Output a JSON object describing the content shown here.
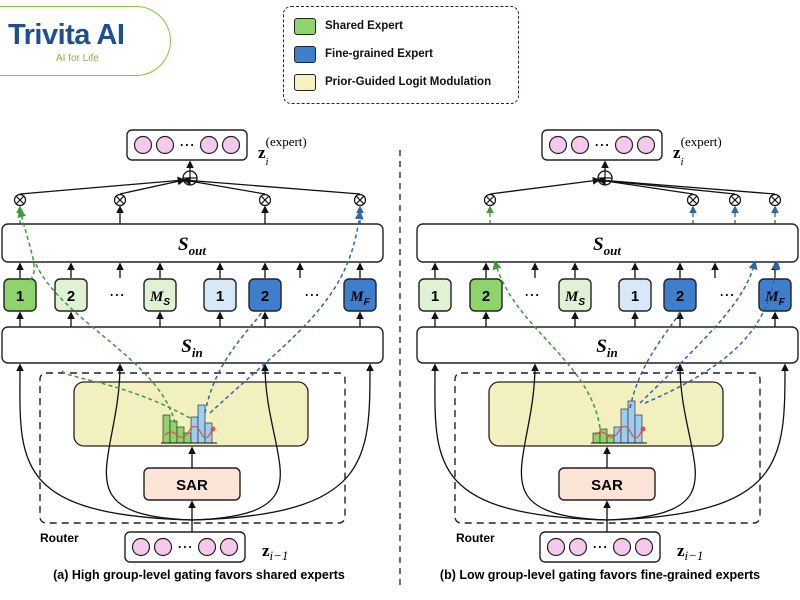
{
  "logo": {
    "word": "Trivita AI",
    "tagline": "AI for Life"
  },
  "legend": {
    "items": [
      {
        "label": "Shared Expert",
        "color": "#8ed36b"
      },
      {
        "label": "Fine-grained Expert",
        "color": "#3f7ecb"
      },
      {
        "label": "Prior-Guided Logit Modulation",
        "color": "#f5f2c2"
      }
    ]
  },
  "colors": {
    "shared": "#8ed36b",
    "shared_light": "#dff2d4",
    "shared_line": "#3f9a3a",
    "fine": "#3f7ecb",
    "fine_light": "#d7e8f7",
    "fine_line": "#2f67a6",
    "pglm": "#f3f0c0",
    "sar": "#fbe3d6",
    "token": "#f4c9ec"
  },
  "panels": [
    {
      "caption": "(a) High group-level gating favors shared experts",
      "router_label": "Router",
      "output_symbol": "z",
      "output_sub": "i",
      "output_sup": "(expert)",
      "input_symbol": "z",
      "input_sub": "i−1",
      "ellipsis": "⋯",
      "s_out": {
        "base": "S",
        "sub": "out"
      },
      "s_in": {
        "base": "S",
        "sub": "in"
      },
      "sar": "SAR",
      "experts": [
        {
          "label": "1",
          "kind": "shared",
          "active": true
        },
        {
          "label": "2",
          "kind": "shared",
          "active": false
        },
        {
          "label": "M",
          "sub": "S",
          "kind": "shared",
          "active": false
        },
        {
          "label": "1",
          "kind": "fine",
          "active": false
        },
        {
          "label": "2",
          "kind": "fine",
          "active": true
        },
        {
          "label": "M",
          "sub": "F",
          "kind": "fine",
          "active": true
        }
      ],
      "expert_ellipses": [
        "⋯",
        "⋯"
      ]
    },
    {
      "caption": "(b) Low group-level gating favors fine-grained experts",
      "router_label": "Router",
      "output_symbol": "z",
      "output_sub": "i",
      "output_sup": "(expert)",
      "input_symbol": "z",
      "input_sub": "i−1",
      "ellipsis": "⋯",
      "s_out": {
        "base": "S",
        "sub": "out"
      },
      "s_in": {
        "base": "S",
        "sub": "in"
      },
      "sar": "SAR",
      "experts": [
        {
          "label": "1",
          "kind": "shared",
          "active": false
        },
        {
          "label": "2",
          "kind": "shared",
          "active": true
        },
        {
          "label": "M",
          "sub": "S",
          "kind": "shared",
          "active": false
        },
        {
          "label": "1",
          "kind": "fine",
          "active": false
        },
        {
          "label": "2",
          "kind": "fine",
          "active": true
        },
        {
          "label": "M",
          "sub": "F",
          "kind": "fine",
          "active": true
        }
      ],
      "expert_ellipses": [
        "⋯",
        "⋯"
      ]
    }
  ]
}
